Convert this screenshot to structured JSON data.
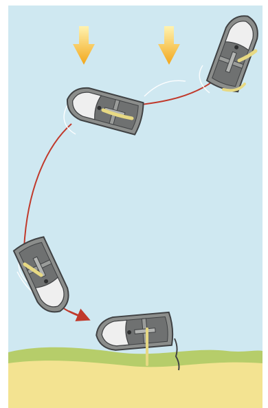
{
  "illustration": {
    "subject": "dinghy-manoeuvre-sequence",
    "colors": {
      "sky": "#cfe8f1",
      "beach": "#f3e391",
      "grass": "#b6cd6a",
      "hull": "#8b8d8b",
      "hull_outline": "#3f4143",
      "deck": "#efefef",
      "cockpit": "#6f7171",
      "sail": "#e7d983",
      "track": "#c0392b",
      "wind_arrow": "#f6b42d",
      "wake": "#ffffff"
    },
    "icons": [
      "wind-arrow-icon",
      "dinghy-icon",
      "track-arrow-icon"
    ],
    "wind_arrow_count": 2,
    "boat_count": 4
  }
}
